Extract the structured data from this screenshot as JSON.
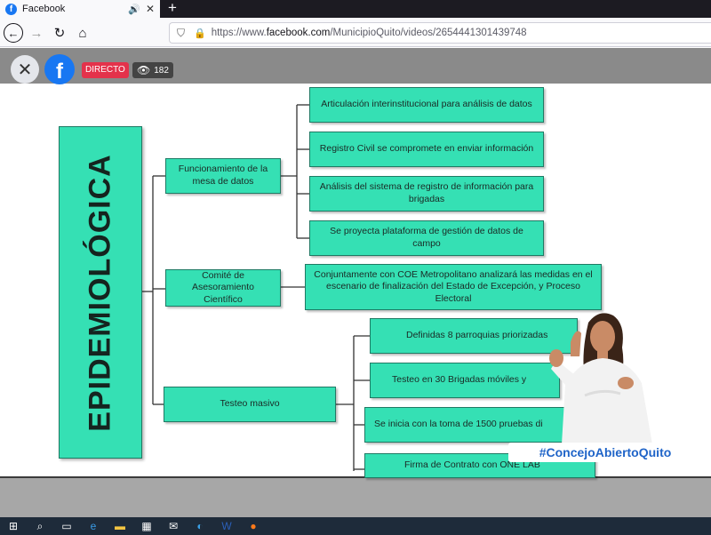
{
  "browser": {
    "tab_title": "Facebook",
    "url_prefix": "https://www.",
    "url_domain": "facebook.com",
    "url_path": "/MunicipioQuito/videos/2654441301439748"
  },
  "video": {
    "live_label": "DIRECTO",
    "viewer_count": "182",
    "hashtag": "#ConcejoAbiertoQuito"
  },
  "mindmap": {
    "root": "EPIDEMIOLÓGICA",
    "branches": [
      {
        "label": "Funcionamiento de la mesa de datos",
        "items": [
          "Articulación interinstitucional para análisis de datos",
          "Registro Civil se compromete en enviar información",
          "Análisis del sistema de registro de información para brigadas",
          "Se proyecta plataforma de gestión de datos de campo"
        ]
      },
      {
        "label": "Comité de Asesoramiento Científico",
        "items": [
          "Conjuntamente con COE Metropolitano analizará las medidas en el escenario de finalización del Estado de Excepción, y Proceso Electoral"
        ]
      },
      {
        "label": "Testeo masivo",
        "items": [
          "Definidas 8 parroquias priorizadas",
          "Testeo en 30 Brigadas móviles y",
          "Se inicia con la toma de 1500 pruebas di",
          "Firma de Contrato con ONE LAB"
        ]
      }
    ]
  },
  "colors": {
    "box": "#35e0b4",
    "live": "#e4324b",
    "facebook": "#1877f2"
  }
}
